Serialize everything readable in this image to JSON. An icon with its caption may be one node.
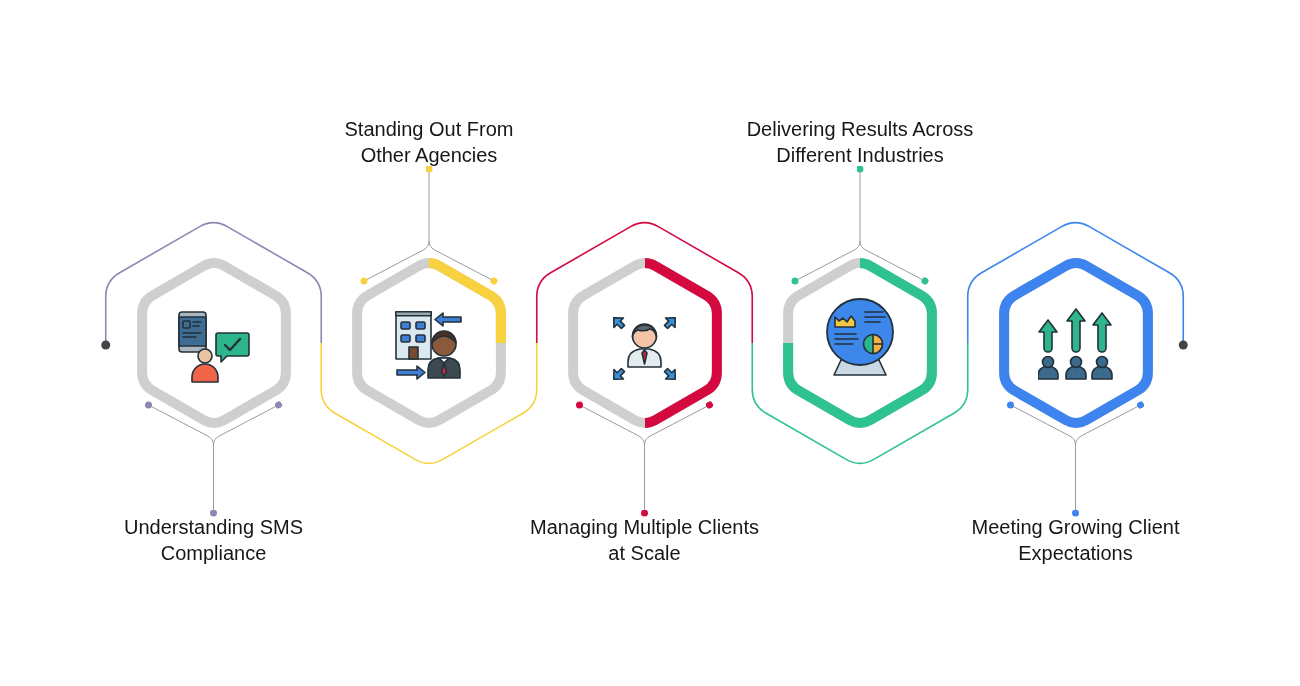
{
  "diagram": {
    "nodes": [
      {
        "text": [
          "Understanding SMS Compliance"
        ]
      },
      {
        "text": [],
        "shape": "hexagon"
      },
      {
        "text": [
          "Standing Out From Other Agencies"
        ]
      },
      {
        "text": [],
        "shape": "hexagon"
      },
      {
        "text": [
          "Managing Multiple Clients at Scale"
        ]
      },
      {
        "text": [],
        "shape": "hexagon"
      },
      {
        "text": [
          "Delivering Results Across Different Industries"
        ]
      },
      {
        "text": [],
        "shape": "hexagon"
      },
      {
        "text": [
          "Meeting Growing Client Expectations"
        ]
      },
      {
        "text": [],
        "shape": "hexagon"
      }
    ],
    "edges": [
      {
        "from": 0,
        "to": 1,
        "arrow": "other"
      },
      {
        "from": 2,
        "to": 3,
        "arrow": "other"
      },
      {
        "from": 4,
        "to": 5,
        "arrow": "other"
      },
      {
        "from": 6,
        "to": 7,
        "arrow": "other"
      },
      {
        "from": 8,
        "to": 9,
        "arrow": "other"
      }
    ]
  }
}
